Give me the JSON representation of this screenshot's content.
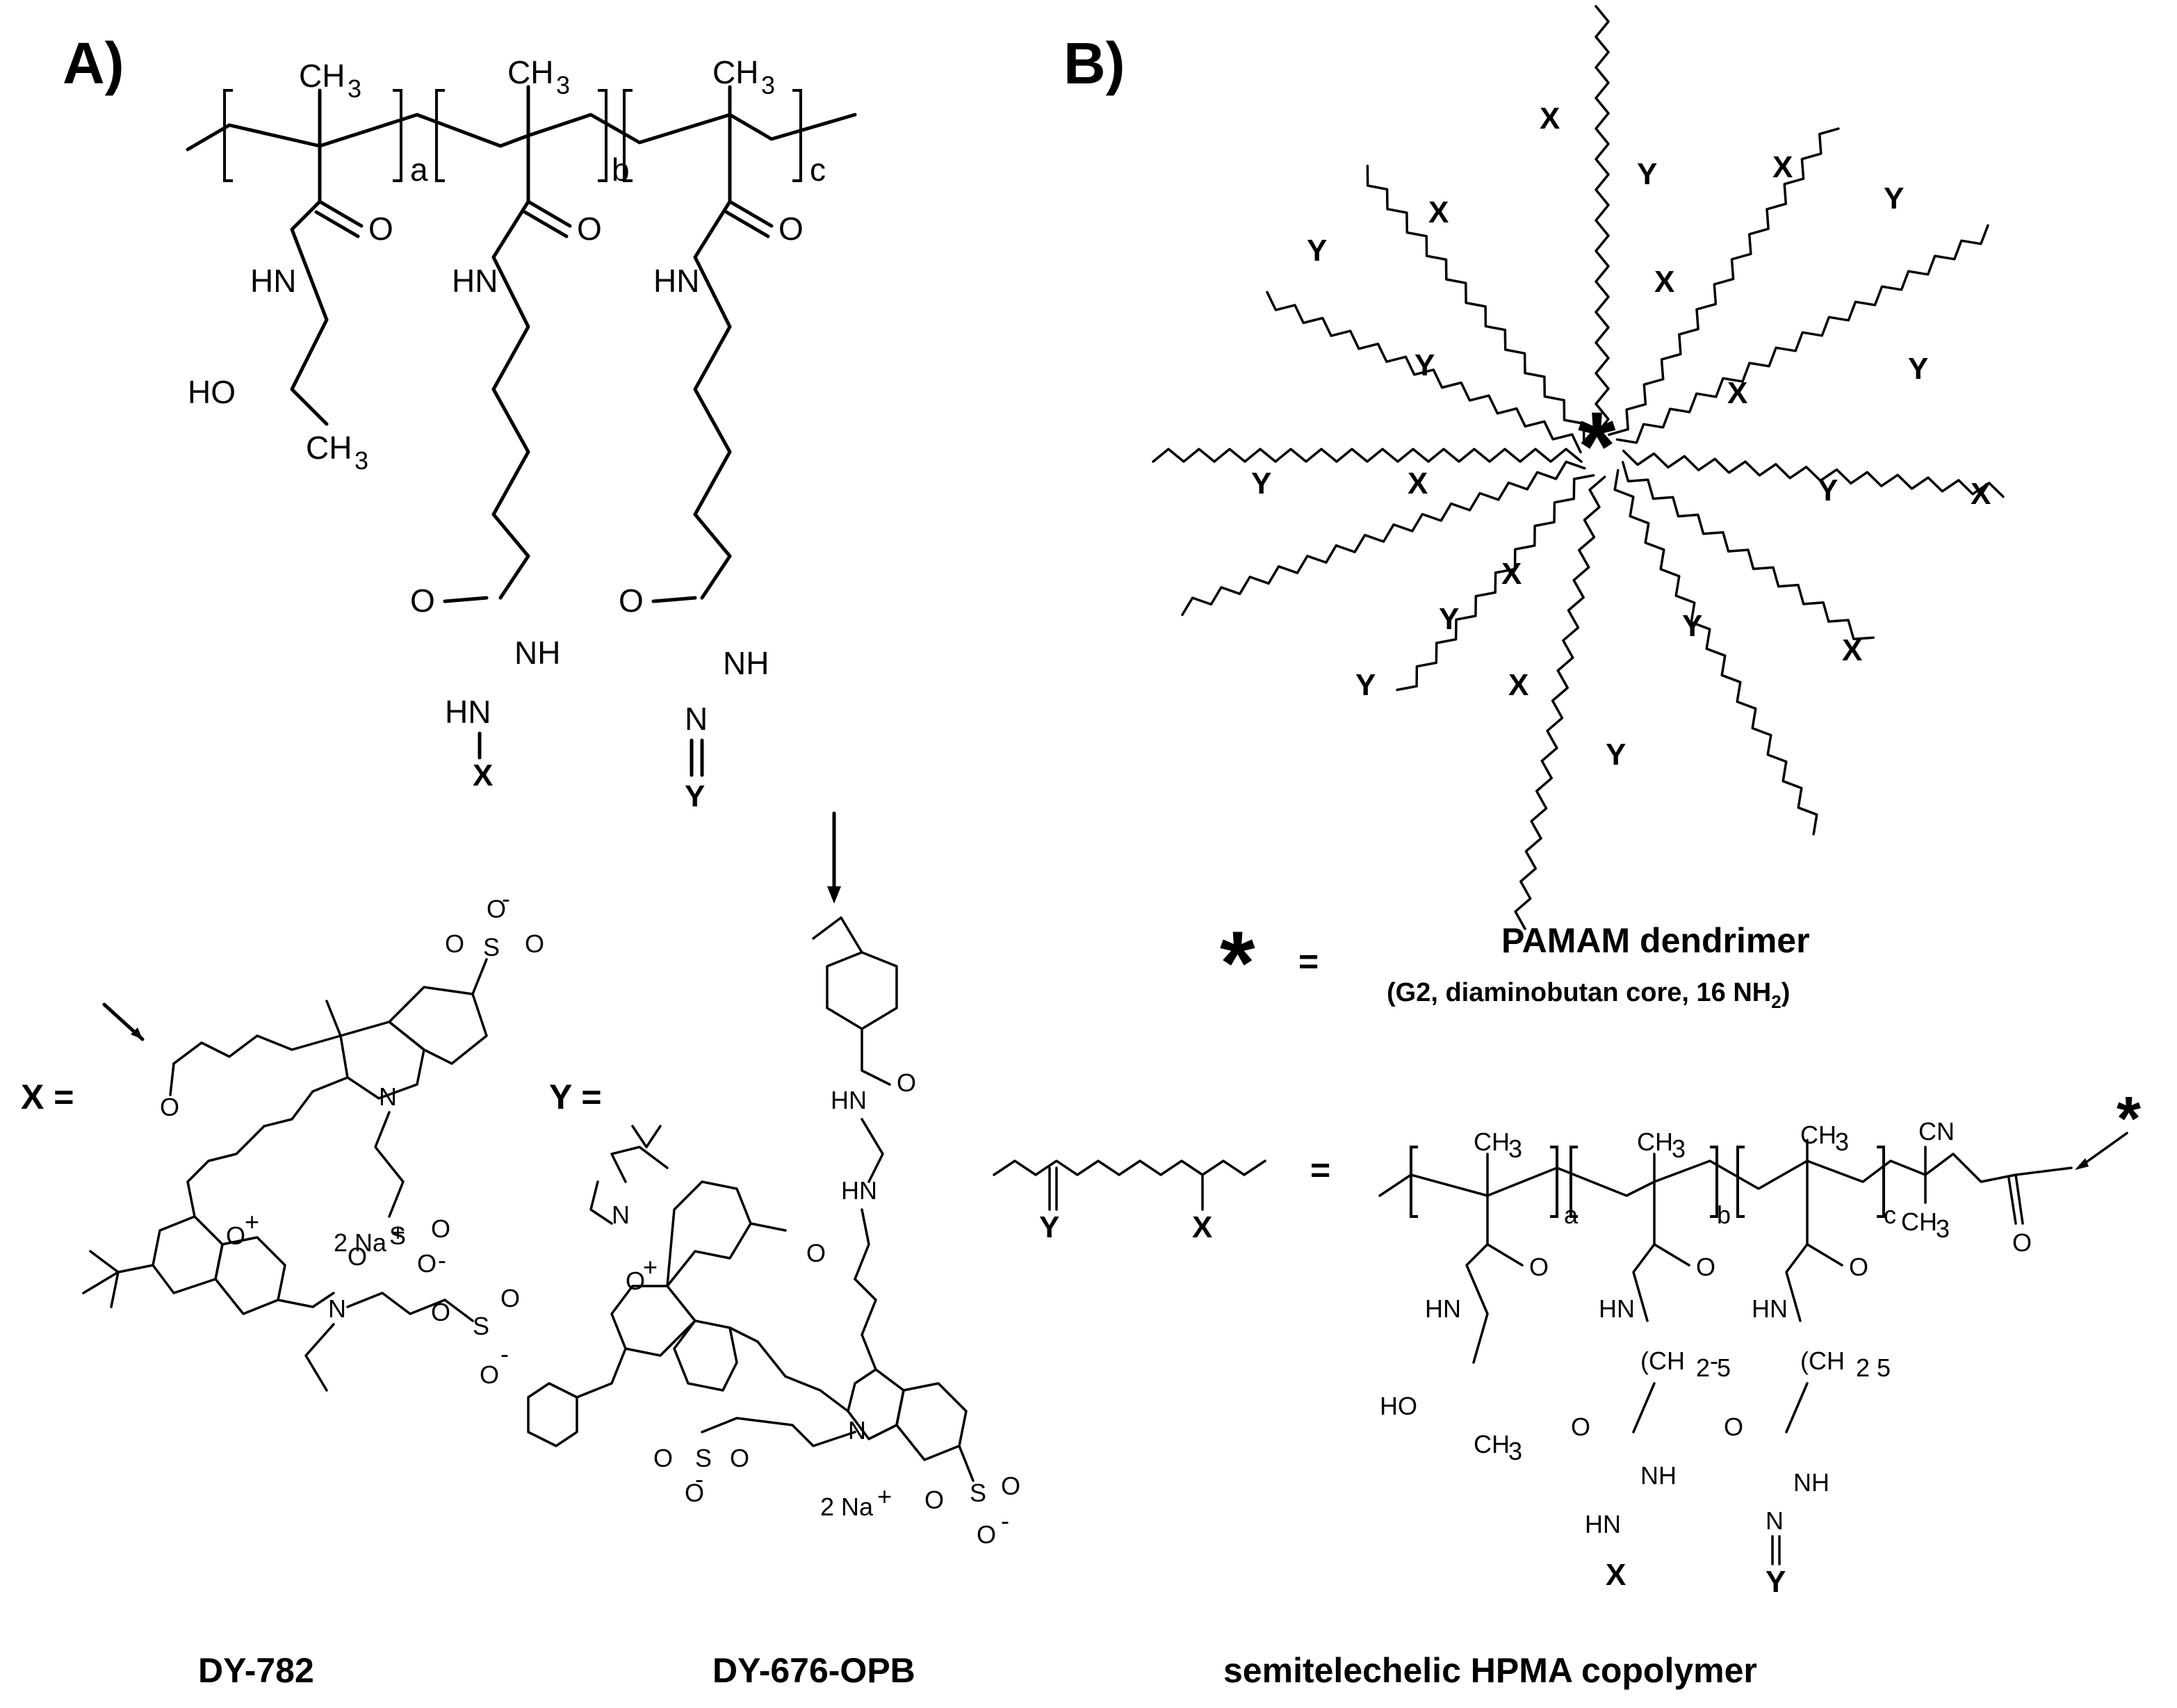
{
  "panels": {
    "a": "A)",
    "b": "B)"
  },
  "names": {
    "dye_x": "DY-782",
    "dye_y": "DY-676-OPB",
    "copolymer": "semitelechelic HPMA copolymer",
    "dendrimer": "PAMAM dendrimer",
    "dendrimer_detail_pre": "(G2, diaminobutan core, 16 NH",
    "dendrimer_detail_sub": "2",
    "dendrimer_detail_post": ")"
  },
  "equations": {
    "x_eq": "X =",
    "y_eq": "Y =",
    "star_eq": "=",
    "unit_eq": "="
  },
  "symbols": {
    "star": "*",
    "x": "X",
    "y": "Y"
  },
  "atoms": {
    "ch3": "CH",
    "sub3": "3",
    "hn": "HN",
    "nh": "NH",
    "o": "O",
    "ho": "HO",
    "cn": "CN",
    "ch2": "(CH",
    "sub2": "2",
    "sub5": "5",
    "n": "N",
    "oplus": "O",
    "plus": "+",
    "minus": "-",
    "s": "S",
    "sub_a": "a",
    "sub_b": "b",
    "sub_c": "c",
    "na_x": "2 Na",
    "na_y": "2 Na"
  },
  "colors": {
    "ink": "#000000",
    "background": "#ffffff"
  }
}
